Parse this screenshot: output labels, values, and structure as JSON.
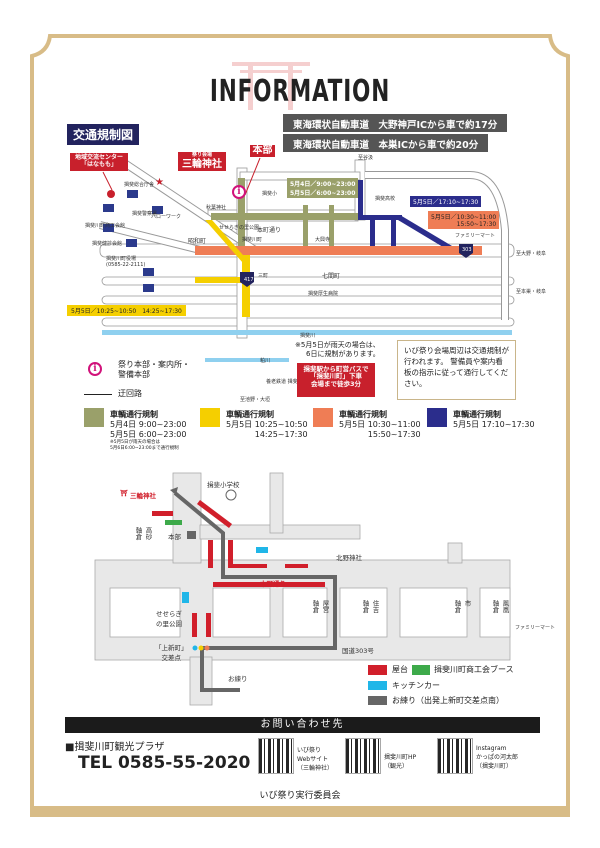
{
  "header": {
    "title": "INFORMATION"
  },
  "access": [
    "東海環状自動車道　大野神戸ICから車で約17分",
    "東海環状自動車道　本巣ICから車で約20分"
  ],
  "map_title": "交通規制図",
  "top_map": {
    "labels": {
      "center": "地域交流センター\n「はなもも」",
      "venue_sub": "祭り会場",
      "venue": "三輪神社",
      "hq": "本部",
      "olive": "5月4日／9:00~23:00\n5月5日／6:00~23:00",
      "navy": "5月5日／17:10~17:30",
      "orange": "5月5日／10:30~11:00\n15:50~17:30",
      "yellow": "5月5日／10:25~10:50　14:25~17:30"
    },
    "places": [
      "揖斐総合庁舎",
      "揖斐警察署",
      "ハローワーク",
      "揖斐川町商工会館",
      "揖斐健診会館",
      "揖斐川町役場\n(0585-22-2111)",
      "揖斐小",
      "秋葉神社",
      "せせらぎの里公園",
      "本町通り",
      "昭和町",
      "大興寺",
      "揖斐高校",
      "ファミリーマート",
      "七間町",
      "揖斐厚生病院",
      "至谷汲",
      "至大野・岐阜",
      "至本巣・岐阜",
      "揖斐川",
      "粕川",
      "養老鉄道 揖斐駅",
      "至池野・大垣",
      "三町",
      "揖斐川町"
    ],
    "route_numbers": [
      "417",
      "303"
    ]
  },
  "legend": {
    "info": "祭り本部・案内所・\n警備本部",
    "detour": "迂回路",
    "rain_note": "※5月5日が雨天の場合は、\n6日に規制があります。",
    "bus": "揖斐駅から町営バスで\n「揖斐川町」下車\n会場まで徒歩3分",
    "notice": "いび祭り会場周辺は交通規制が行われます。\n警備員や案内看板の指示に従って通行してください。",
    "items": [
      {
        "title": "車輌通行規制",
        "times": "5月4日 9:00~23:00\n5月5日 6:00~23:00",
        "note": "※5月5日が雨天の場合は\n5月6日6:00~23:00まで通行規制",
        "color": "#9aa06a"
      },
      {
        "title": "車輌通行規制",
        "times": "5月5日 10:25~10:50\n14:25~17:30",
        "color": "#f5cf00"
      },
      {
        "title": "車輌通行規制",
        "times": "5月5日 10:30~11:00\n15:50~17:30",
        "color": "#ef7d55"
      },
      {
        "title": "車輌通行規制",
        "times": "5月5日 17:10~17:30",
        "color": "#2b2d8c"
      }
    ]
  },
  "bottom_map": {
    "labels": {
      "shrine": "三輪神社",
      "school": "揖斐小学校",
      "hq": "本部",
      "takasago": "高砂\n軸倉",
      "kitano": "北野神社",
      "hommachi": "本町通り",
      "seseragi": "せせらぎ\nの里公園",
      "yashiki": "屋宮\n軸倉",
      "sumiyoshi": "住吉\n軸倉",
      "ichi": "市\n軸倉",
      "hoo": "鳳凰\n軸倉",
      "famima": "ファミリーマート",
      "kamishin": "「上新町」\n交差点",
      "route303": "国道303号",
      "oneri": "お練り"
    },
    "legend": [
      {
        "label": "屋台",
        "color": "#d11f2b"
      },
      {
        "label": "揖斐川町商工会ブース",
        "color": "#3daa4a"
      },
      {
        "label": "キッチンカー",
        "color": "#20b6e8"
      },
      {
        "label": "お練り（出発上新町交差点南）",
        "color": "#666666"
      }
    ]
  },
  "contact": {
    "header": "お問い合わせ先",
    "org": "■揖斐川町観光プラザ",
    "tel": "TEL 0585-55-2020",
    "qr": [
      {
        "label": "いび祭り\nWebサイト\n（三輪神社）"
      },
      {
        "label": "揖斐川町HP\n（観光）"
      },
      {
        "label": "Instagram\nかっぱの河太郎\n（揖斐川町）"
      }
    ]
  },
  "footer": "いび祭り実行委員会"
}
